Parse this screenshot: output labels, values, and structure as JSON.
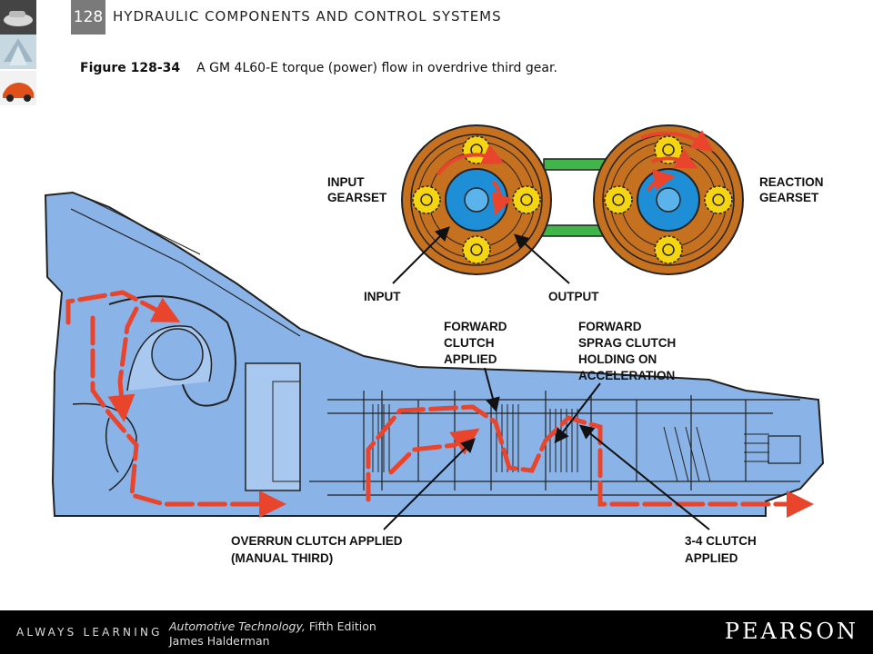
{
  "header": {
    "chapter_number": "128",
    "title": "HYDRAULIC COMPONENTS AND CONTROL SYSTEMS"
  },
  "caption": {
    "figure_number": "Figure 128-34",
    "text": "A GM 4L60-E torque (power) flow in overdrive third gear."
  },
  "diagram": {
    "labels": {
      "input_gearset": [
        "INPUT",
        "GEARSET"
      ],
      "reaction_gearset": [
        "REACTION",
        "GEARSET"
      ],
      "input": "INPUT",
      "output": "OUTPUT",
      "forward_clutch": [
        "FORWARD",
        "CLUTCH",
        "APPLIED"
      ],
      "forward_sprag": [
        "FORWARD",
        "SPRAG CLUTCH",
        "HOLDING ON",
        "ACCELERATION"
      ],
      "overrun_clutch": [
        "OVERRUN CLUTCH APPLIED",
        "(MANUAL THIRD)"
      ],
      "clutch_34": [
        "3-4 CLUTCH",
        "APPLIED"
      ]
    },
    "colors": {
      "case_fill": "#8ab4e8",
      "case_outline": "#222222",
      "ring_gear": "#c6711f",
      "sun_gear": "#1e8fd6",
      "planet_gear": "#f5d412",
      "carrier_link": "#3fb54a",
      "power_flow": "#e8452c"
    }
  },
  "footer": {
    "tagline": "ALWAYS LEARNING",
    "book_title": "Automotive Technology,",
    "book_edition": " Fifth Edition",
    "author": "James Halderman",
    "publisher": "PEARSON"
  }
}
